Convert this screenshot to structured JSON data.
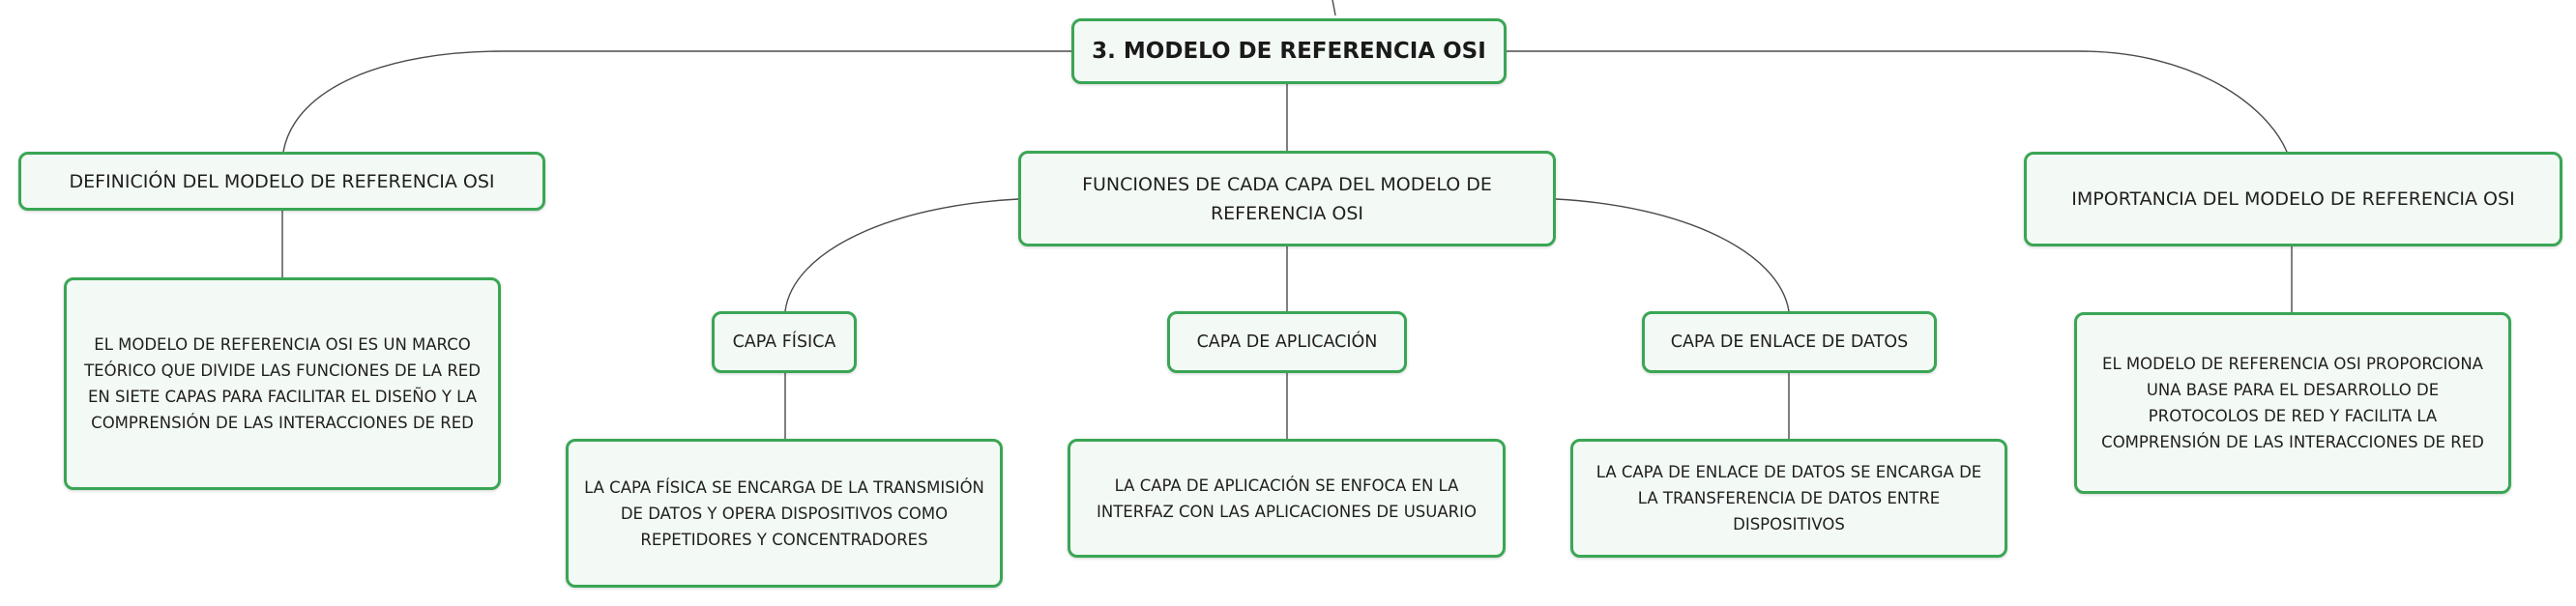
{
  "root": {
    "title": "3. MODELO DE REFERENCIA OSI"
  },
  "branches": {
    "definition": {
      "label": "DEFINICIÓN DEL MODELO DE REFERENCIA OSI",
      "detail": "EL MODELO DE REFERENCIA OSI ES UN MARCO TEÓRICO QUE DIVIDE LAS FUNCIONES DE LA RED EN SIETE CAPAS PARA FACILITAR EL DISEÑO Y LA COMPRENSIÓN DE LAS INTERACCIONES DE RED"
    },
    "functions": {
      "label": "FUNCIONES DE CADA CAPA DEL MODELO DE REFERENCIA OSI",
      "layers": [
        {
          "label": "CAPA FÍSICA",
          "detail": "LA CAPA FÍSICA SE ENCARGA DE LA TRANSMISIÓN DE DATOS Y OPERA DISPOSITIVOS COMO REPETIDORES Y CONCENTRADORES"
        },
        {
          "label": "CAPA DE APLICACIÓN",
          "detail": "LA CAPA DE APLICACIÓN SE ENFOCA EN LA INTERFAZ CON LAS APLICACIONES DE USUARIO"
        },
        {
          "label": "CAPA DE ENLACE DE DATOS",
          "detail": "LA CAPA DE ENLACE DE DATOS SE ENCARGA DE LA TRANSFERENCIA DE DATOS ENTRE DISPOSITIVOS"
        }
      ]
    },
    "importance": {
      "label": "IMPORTANCIA DEL MODELO DE REFERENCIA OSI",
      "detail": "EL MODELO DE REFERENCIA OSI PROPORCIONA UNA BASE PARA EL DESARROLLO DE PROTOCOLOS DE RED Y FACILITA LA COMPRENSIÓN DE LAS INTERACCIONES DE RED"
    }
  },
  "colors": {
    "node_border": "#3aa655",
    "node_fill": "#f3f9f4",
    "connector": "#4a4a4a"
  }
}
